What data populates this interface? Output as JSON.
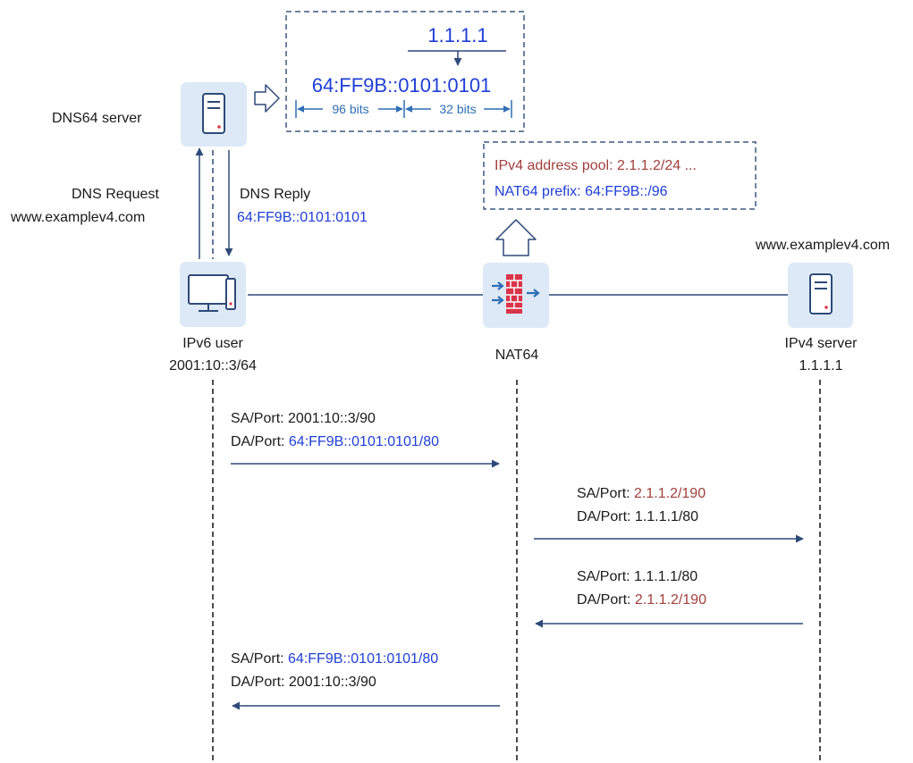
{
  "dns_server": {
    "label": "DNS64 server"
  },
  "dns_request": {
    "title": "DNS Request",
    "domain": "www.examplev4.com"
  },
  "dns_reply": {
    "title": "DNS Reply",
    "address": "64:FF9B::0101:0101"
  },
  "address_synthesis": {
    "ipv4_address": "1.1.1.1",
    "ipv6_address": "64:FF9B::0101:0101",
    "prefix_bits": "96 bits",
    "suffix_bits": "32 bits"
  },
  "nat64_config": {
    "pool": "IPv4 address pool: 2.1.1.2/24 ...",
    "prefix": "NAT64 prefix: 64:FF9B::/96"
  },
  "ipv6_user": {
    "name": "IPv6 user",
    "address": "2001:10::3/64"
  },
  "nat64": {
    "name": "NAT64"
  },
  "ipv4_server": {
    "domain": "www.examplev4.com",
    "name": "IPv4 server",
    "address": "1.1.1.1"
  },
  "packets": [
    {
      "sa_label": "SA/Port: ",
      "sa_value": "2001:10::3/90",
      "da_label": "DA/Port: ",
      "da_value": "64:FF9B::0101:0101/80"
    },
    {
      "sa_label": "SA/Port: ",
      "sa_value": "2.1.1.2/190",
      "da_label": "DA/Port: ",
      "da_value": "1.1.1.1/80"
    },
    {
      "sa_label": "SA/Port: ",
      "sa_value": "1.1.1.1/80",
      "da_label": "DA/Port: ",
      "da_value": "2.1.1.2/190"
    },
    {
      "sa_label": "SA/Port: ",
      "sa_value": "64:FF9B::0101:0101/80",
      "da_label": "DA/Port: ",
      "da_value": "2001:10::3/90"
    }
  ],
  "colors": {
    "line": "#2d4a78",
    "ipv6_highlight": "#1f3fd6",
    "ipv4_highlight": "#a0403c",
    "icon_bg": "#dde9f6",
    "icon_stroke": "#2d4a78",
    "firewall": "#d9344a"
  }
}
